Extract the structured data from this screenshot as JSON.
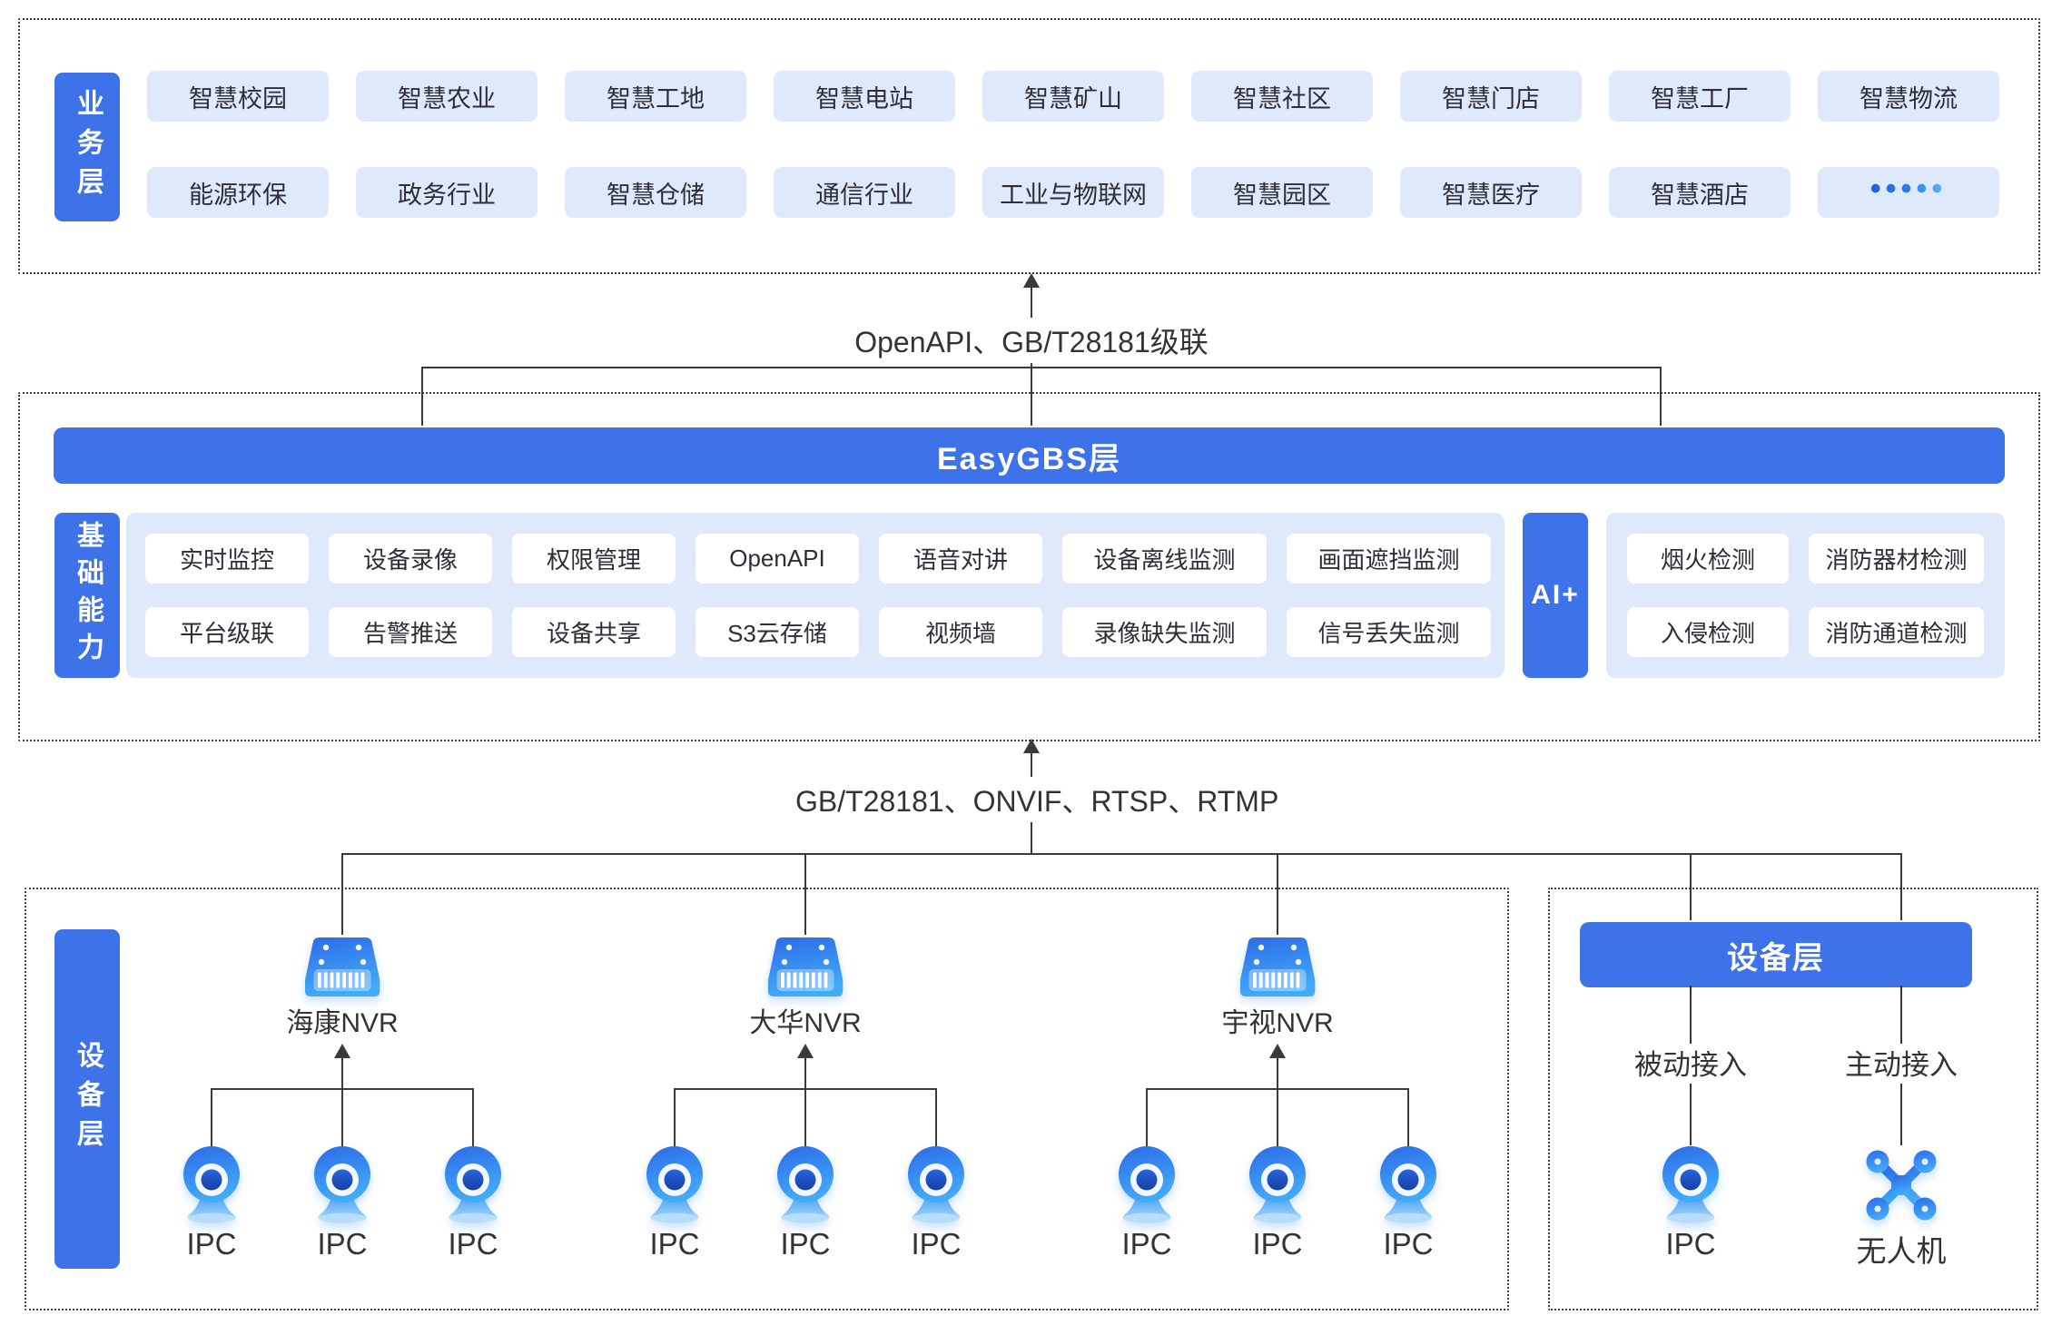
{
  "colors": {
    "accent_blue": "#3d72e8",
    "chip_light_blue": "#dfe9fc",
    "white_chip": "#ffffff",
    "line_dark": "#3a3a3a",
    "text_dark": "#2e2e36",
    "icon_blue_dark": "#2e6be9",
    "icon_blue_light": "#41abf8"
  },
  "business_layer": {
    "label": "业务层",
    "row1": [
      "智慧校园",
      "智慧农业",
      "智慧工地",
      "智慧电站",
      "智慧矿山",
      "智慧社区",
      "智慧门店",
      "智慧工厂",
      "智慧物流"
    ],
    "row2": [
      "能源环保",
      "政务行业",
      "智慧仓储",
      "通信行业",
      "工业与物联网",
      "智慧园区",
      "智慧医疗",
      "智慧酒店"
    ],
    "more": "•••••"
  },
  "connectors": {
    "top_label": "OpenAPI、GB/T28181级联",
    "bottom_label": "GB/T28181、ONVIF、RTSP、RTMP"
  },
  "platform": {
    "title": "EasyGBS层",
    "side_label": "基础能力",
    "cap_row1": [
      "实时监控",
      "设备录像",
      "权限管理",
      "OpenAPI",
      "语音对讲",
      "设备离线监测",
      "画面遮挡监测"
    ],
    "cap_row2": [
      "平台级联",
      "告警推送",
      "设备共享",
      "S3云存储",
      "视频墙",
      "录像缺失监测",
      "信号丢失监测"
    ],
    "ai_label": "AI+",
    "ai_row1": [
      "烟火检测",
      "消防器材检测"
    ],
    "ai_row2": [
      "入侵检测",
      "消防通道检测"
    ]
  },
  "devices": {
    "side_label": "设备层",
    "groups": [
      {
        "nvr": "海康NVR",
        "cameras": [
          "IPC",
          "IPC",
          "IPC"
        ]
      },
      {
        "nvr": "大华NVR",
        "cameras": [
          "IPC",
          "IPC",
          "IPC"
        ]
      },
      {
        "nvr": "宇视NVR",
        "cameras": [
          "IPC",
          "IPC",
          "IPC"
        ]
      }
    ],
    "right": {
      "header": "设备层",
      "branches": [
        {
          "mode": "被动接入",
          "device": "IPC"
        },
        {
          "mode": "主动接入",
          "device": "无人机"
        }
      ]
    }
  }
}
